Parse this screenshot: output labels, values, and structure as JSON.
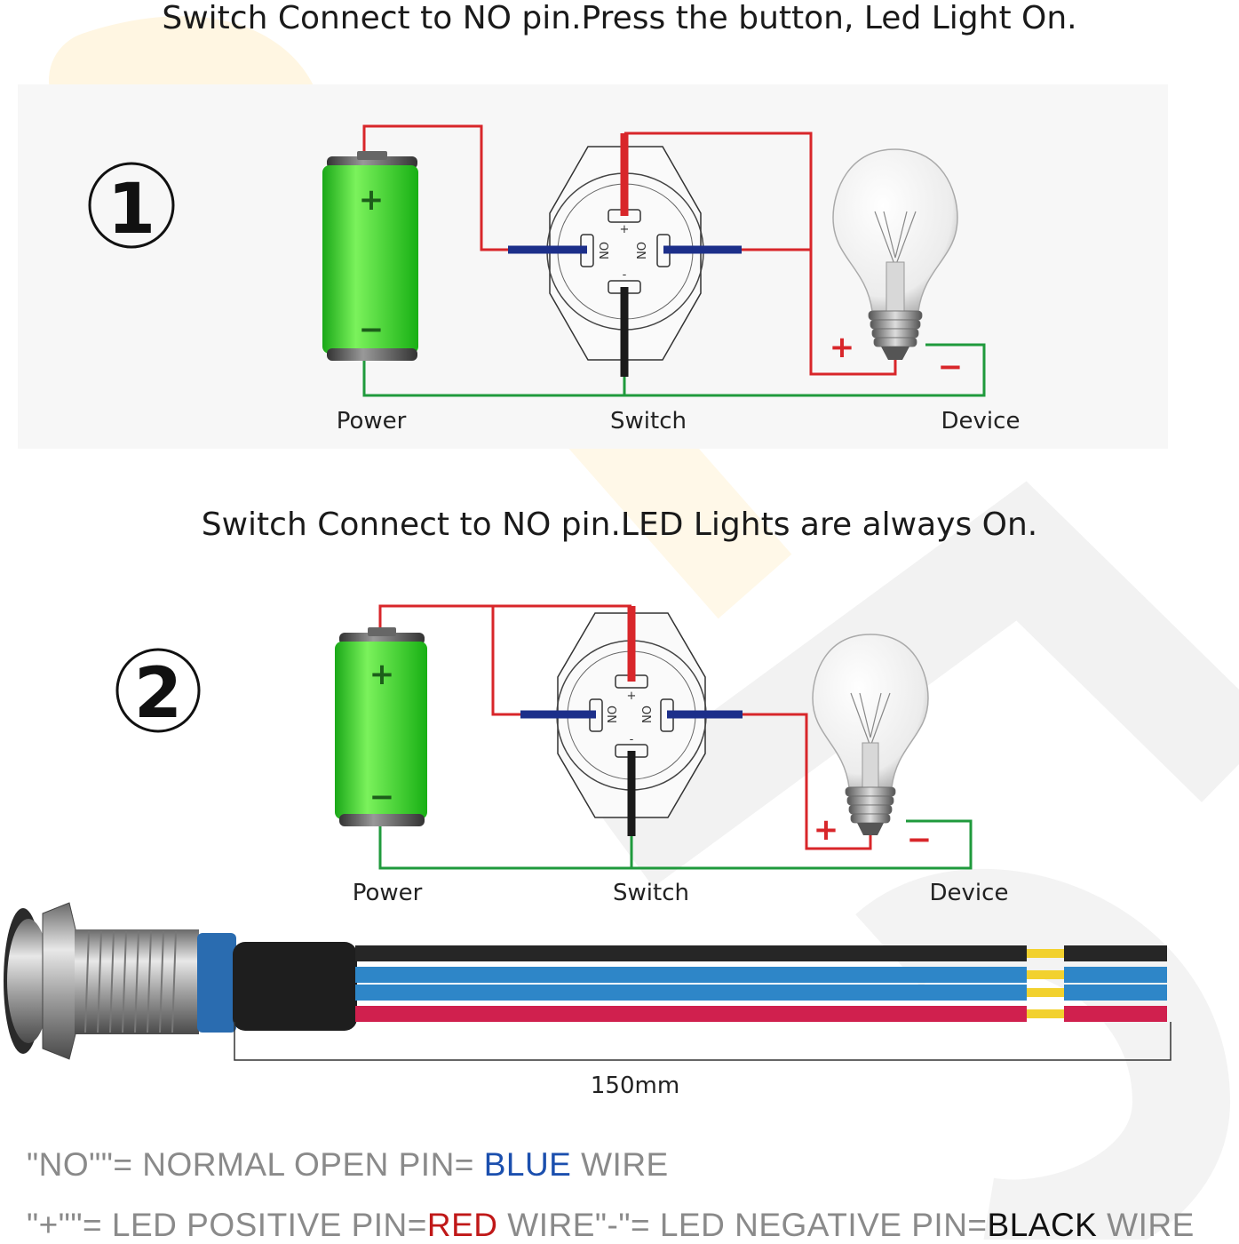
{
  "headings": {
    "diagram1": "Switch Connect to NO pin.Press the button, Led Light On.",
    "diagram2": "Switch Connect to NO pin.LED Lights are always On."
  },
  "diagram1": {
    "number": "1",
    "labels": {
      "power": "Power",
      "switch": "Switch",
      "device": "Device"
    },
    "battery_plus": "+",
    "battery_minus": "−",
    "device_plus": "+",
    "device_minus": "−",
    "pin_top": "+",
    "pin_bottom": "-",
    "pin_left": "NO",
    "pin_right": "NO"
  },
  "diagram2": {
    "number": "2",
    "labels": {
      "power": "Power",
      "switch": "Switch",
      "device": "Device"
    },
    "battery_plus": "+",
    "battery_minus": "−",
    "device_plus": "+",
    "device_minus": "−",
    "pin_top": "+",
    "pin_bottom": "-",
    "pin_left": "NO",
    "pin_right": "NO"
  },
  "product": {
    "length_label": "150mm",
    "wire_colors": [
      "#262626",
      "#2e86c8",
      "#2e86c8",
      "#d0204e"
    ]
  },
  "legend": {
    "line1": {
      "prefix": "\"NO\"\"= NORMAL OPEN PIN= ",
      "blue": "BLUE",
      "suffix": " WIRE"
    },
    "line2": {
      "prefix": "\"+\"\"= LED POSITIVE PIN=",
      "red": "RED",
      "middle": " WIRE\"-\"= LED NEGATIVE PIN=",
      "black": "BLACK",
      "suffix": " WIRE"
    }
  },
  "colors": {
    "wire_red": "#d8262a",
    "wire_green": "#1f9a3c",
    "wire_blue": "#1c2f8a",
    "wire_black": "#1a1a1a",
    "battery_green": "#3fdc3a",
    "legend_gray": "#8a8a8a",
    "legend_blue": "#1b4fae",
    "legend_red": "#c01818"
  }
}
